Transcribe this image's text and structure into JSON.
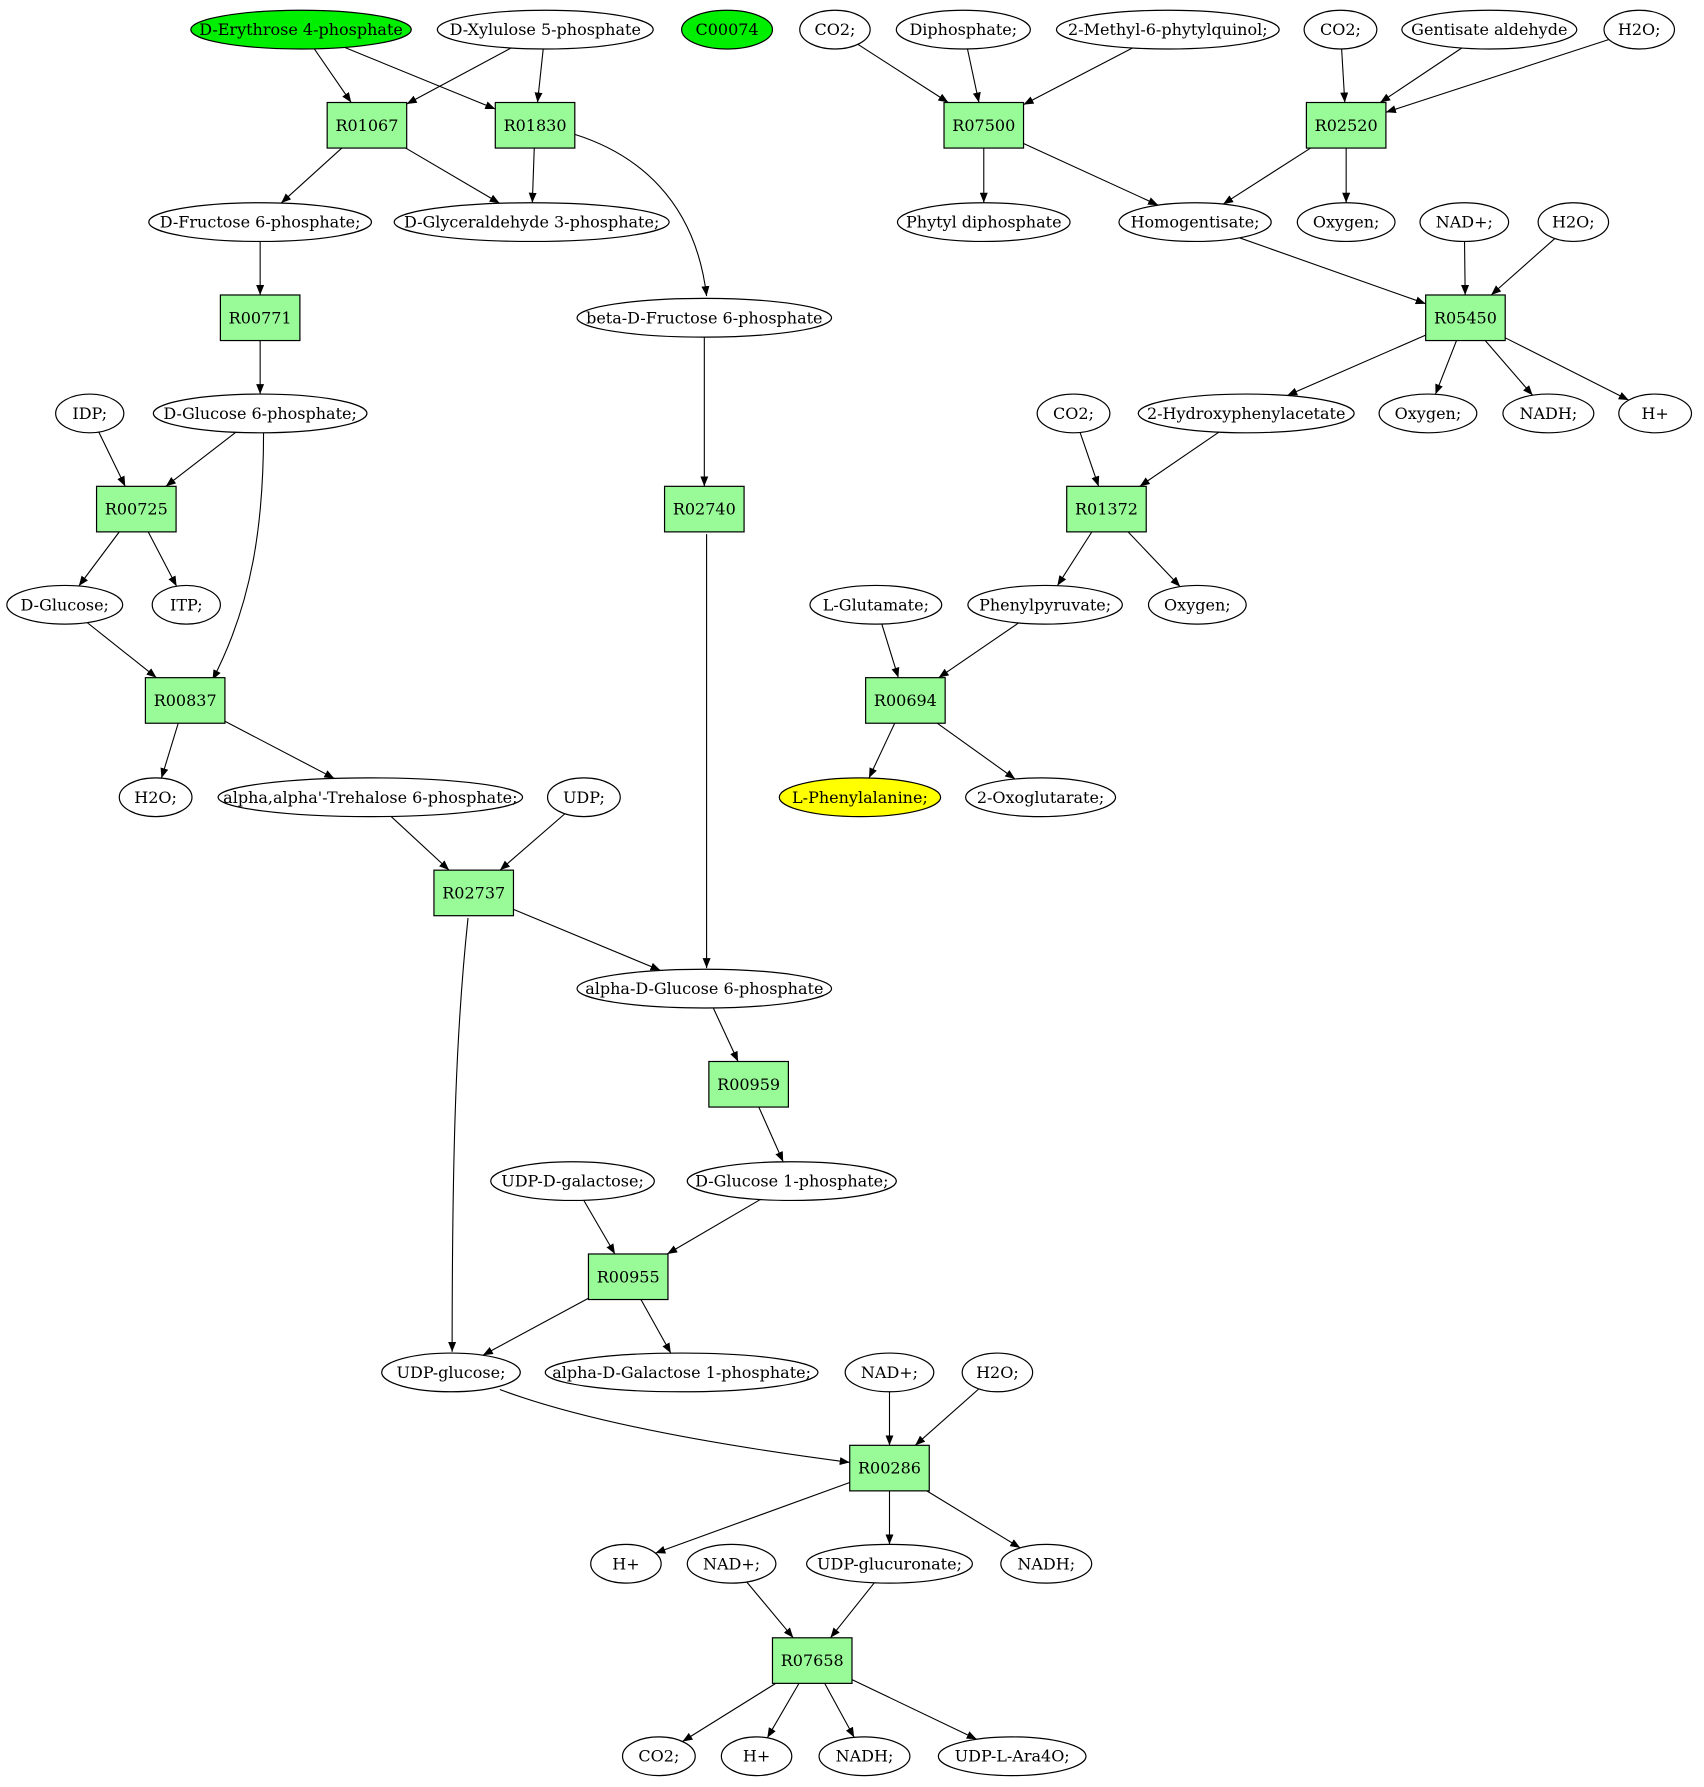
{
  "colors": {
    "reaction": "#98fb98",
    "compound": "#ffffff",
    "start": "#00ee00",
    "target": "#ffff00"
  },
  "nodes": [
    {
      "id": "c_e4p",
      "label": "D-Erythrose 4-phosphate",
      "kind": "compound",
      "style": "start"
    },
    {
      "id": "c_x5p",
      "label": "D-Xylulose 5-phosphate",
      "kind": "compound"
    },
    {
      "id": "c_c00074",
      "label": "C00074",
      "kind": "compound",
      "style": "start"
    },
    {
      "id": "c_co2_a",
      "label": "CO2;",
      "kind": "compound"
    },
    {
      "id": "c_dip",
      "label": "Diphosphate;",
      "kind": "compound"
    },
    {
      "id": "c_mpq",
      "label": "2-Methyl-6-phytylquinol;",
      "kind": "compound"
    },
    {
      "id": "c_co2_b",
      "label": "CO2;",
      "kind": "compound"
    },
    {
      "id": "c_gald",
      "label": "Gentisate aldehyde",
      "kind": "compound"
    },
    {
      "id": "c_h2o_a",
      "label": "H2O;",
      "kind": "compound"
    },
    {
      "id": "r_01067",
      "label": "R01067",
      "kind": "reaction"
    },
    {
      "id": "r_01830",
      "label": "R01830",
      "kind": "reaction"
    },
    {
      "id": "r_07500",
      "label": "R07500",
      "kind": "reaction"
    },
    {
      "id": "r_02520",
      "label": "R02520",
      "kind": "reaction"
    },
    {
      "id": "c_f6p",
      "label": "D-Fructose 6-phosphate;",
      "kind": "compound"
    },
    {
      "id": "c_g3p",
      "label": "D-Glyceraldehyde 3-phosphate;",
      "kind": "compound"
    },
    {
      "id": "c_phdp",
      "label": "Phytyl diphosphate",
      "kind": "compound"
    },
    {
      "id": "c_homog",
      "label": "Homogentisate;",
      "kind": "compound"
    },
    {
      "id": "c_oxy_a",
      "label": "Oxygen;",
      "kind": "compound"
    },
    {
      "id": "c_nad_a",
      "label": "NAD+;",
      "kind": "compound"
    },
    {
      "id": "c_h2o_b",
      "label": "H2O;",
      "kind": "compound"
    },
    {
      "id": "r_00771",
      "label": "R00771",
      "kind": "reaction"
    },
    {
      "id": "c_bf6p",
      "label": "beta-D-Fructose 6-phosphate",
      "kind": "compound"
    },
    {
      "id": "r_05450",
      "label": "R05450",
      "kind": "reaction"
    },
    {
      "id": "c_idp",
      "label": "IDP;",
      "kind": "compound"
    },
    {
      "id": "c_g6p",
      "label": "D-Glucose 6-phosphate;",
      "kind": "compound"
    },
    {
      "id": "c_co2_c",
      "label": "CO2;",
      "kind": "compound"
    },
    {
      "id": "c_hpa",
      "label": "2-Hydroxyphenylacetate",
      "kind": "compound"
    },
    {
      "id": "c_oxy_b",
      "label": "Oxygen;",
      "kind": "compound"
    },
    {
      "id": "c_nadh_a",
      "label": "NADH;",
      "kind": "compound"
    },
    {
      "id": "c_hp_a",
      "label": "H+",
      "kind": "compound"
    },
    {
      "id": "r_00725",
      "label": "R00725",
      "kind": "reaction"
    },
    {
      "id": "r_02740",
      "label": "R02740",
      "kind": "reaction"
    },
    {
      "id": "r_01372",
      "label": "R01372",
      "kind": "reaction"
    },
    {
      "id": "c_glc",
      "label": "D-Glucose;",
      "kind": "compound"
    },
    {
      "id": "c_itp",
      "label": "ITP;",
      "kind": "compound"
    },
    {
      "id": "c_glu",
      "label": "L-Glutamate;",
      "kind": "compound"
    },
    {
      "id": "c_ppyr",
      "label": "Phenylpyruvate;",
      "kind": "compound"
    },
    {
      "id": "c_oxy_c",
      "label": "Oxygen;",
      "kind": "compound"
    },
    {
      "id": "r_00837",
      "label": "R00837",
      "kind": "reaction"
    },
    {
      "id": "r_00694",
      "label": "R00694",
      "kind": "reaction"
    },
    {
      "id": "c_h2o_c",
      "label": "H2O;",
      "kind": "compound"
    },
    {
      "id": "c_t6p",
      "label": "alpha,alpha'-Trehalose 6-phosphate;",
      "kind": "compound"
    },
    {
      "id": "c_udp",
      "label": "UDP;",
      "kind": "compound"
    },
    {
      "id": "c_phe",
      "label": "L-Phenylalanine;",
      "kind": "compound",
      "style": "target"
    },
    {
      "id": "c_2og",
      "label": "2-Oxoglutarate;",
      "kind": "compound"
    },
    {
      "id": "r_02737",
      "label": "R02737",
      "kind": "reaction"
    },
    {
      "id": "c_ag6p",
      "label": "alpha-D-Glucose 6-phosphate",
      "kind": "compound"
    },
    {
      "id": "r_00959",
      "label": "R00959",
      "kind": "reaction"
    },
    {
      "id": "c_udpgal",
      "label": "UDP-D-galactose;",
      "kind": "compound"
    },
    {
      "id": "c_g1p",
      "label": "D-Glucose 1-phosphate;",
      "kind": "compound"
    },
    {
      "id": "r_00955",
      "label": "R00955",
      "kind": "reaction"
    },
    {
      "id": "c_udpglc",
      "label": "UDP-glucose;",
      "kind": "compound"
    },
    {
      "id": "c_gal1p",
      "label": "alpha-D-Galactose 1-phosphate;",
      "kind": "compound"
    },
    {
      "id": "c_nad_b",
      "label": "NAD+;",
      "kind": "compound"
    },
    {
      "id": "c_h2o_d",
      "label": "H2O;",
      "kind": "compound"
    },
    {
      "id": "r_00286",
      "label": "R00286",
      "kind": "reaction"
    },
    {
      "id": "c_hp_b",
      "label": "H+",
      "kind": "compound"
    },
    {
      "id": "c_nad_c",
      "label": "NAD+;",
      "kind": "compound"
    },
    {
      "id": "c_udpglcA",
      "label": "UDP-glucuronate;",
      "kind": "compound"
    },
    {
      "id": "c_nadh_b",
      "label": "NADH;",
      "kind": "compound"
    },
    {
      "id": "r_07658",
      "label": "R07658",
      "kind": "reaction"
    },
    {
      "id": "c_co2_d",
      "label": "CO2;",
      "kind": "compound"
    },
    {
      "id": "c_hp_c",
      "label": "H+",
      "kind": "compound"
    },
    {
      "id": "c_nadh_c",
      "label": "NADH;",
      "kind": "compound"
    },
    {
      "id": "c_udpara",
      "label": "UDP-L-Ara4O;",
      "kind": "compound"
    }
  ],
  "edges": [
    [
      "c_e4p",
      "r_01067"
    ],
    [
      "c_e4p",
      "r_01830"
    ],
    [
      "c_x5p",
      "r_01067"
    ],
    [
      "c_x5p",
      "r_01830"
    ],
    [
      "r_01067",
      "c_f6p"
    ],
    [
      "r_01067",
      "c_g3p"
    ],
    [
      "r_01830",
      "c_g3p"
    ],
    [
      "r_01830",
      "c_bf6p"
    ],
    [
      "c_co2_a",
      "r_07500"
    ],
    [
      "c_dip",
      "r_07500"
    ],
    [
      "c_mpq",
      "r_07500"
    ],
    [
      "r_07500",
      "c_phdp"
    ],
    [
      "r_07500",
      "c_homog"
    ],
    [
      "c_co2_b",
      "r_02520"
    ],
    [
      "c_gald",
      "r_02520"
    ],
    [
      "c_h2o_a",
      "r_02520"
    ],
    [
      "r_02520",
      "c_homog"
    ],
    [
      "r_02520",
      "c_oxy_a"
    ],
    [
      "c_f6p",
      "r_00771"
    ],
    [
      "r_00771",
      "c_g6p"
    ],
    [
      "c_homog",
      "r_05450"
    ],
    [
      "c_nad_a",
      "r_05450"
    ],
    [
      "c_h2o_b",
      "r_05450"
    ],
    [
      "r_05450",
      "c_hpa"
    ],
    [
      "r_05450",
      "c_oxy_b"
    ],
    [
      "r_05450",
      "c_nadh_a"
    ],
    [
      "r_05450",
      "c_hp_a"
    ],
    [
      "c_idp",
      "r_00725"
    ],
    [
      "c_g6p",
      "r_00725"
    ],
    [
      "r_00725",
      "c_glc"
    ],
    [
      "r_00725",
      "c_itp"
    ],
    [
      "c_g6p",
      "r_00837"
    ],
    [
      "c_glc",
      "r_00837"
    ],
    [
      "c_bf6p",
      "r_02740"
    ],
    [
      "c_co2_c",
      "r_01372"
    ],
    [
      "c_hpa",
      "r_01372"
    ],
    [
      "r_01372",
      "c_ppyr"
    ],
    [
      "r_01372",
      "c_oxy_c"
    ],
    [
      "c_glu",
      "r_00694"
    ],
    [
      "c_ppyr",
      "r_00694"
    ],
    [
      "r_00694",
      "c_phe"
    ],
    [
      "r_00694",
      "c_2og"
    ],
    [
      "r_00837",
      "c_h2o_c"
    ],
    [
      "r_00837",
      "c_t6p"
    ],
    [
      "c_t6p",
      "r_02737"
    ],
    [
      "c_udp",
      "r_02737"
    ],
    [
      "r_02737",
      "c_ag6p"
    ],
    [
      "r_02737",
      "c_udpglc"
    ],
    [
      "r_02740",
      "c_ag6p"
    ],
    [
      "c_ag6p",
      "r_00959"
    ],
    [
      "r_00959",
      "c_g1p"
    ],
    [
      "c_udpgal",
      "r_00955"
    ],
    [
      "c_g1p",
      "r_00955"
    ],
    [
      "r_00955",
      "c_udpglc"
    ],
    [
      "r_00955",
      "c_gal1p"
    ],
    [
      "c_udpglc",
      "r_00286"
    ],
    [
      "c_nad_b",
      "r_00286"
    ],
    [
      "c_h2o_d",
      "r_00286"
    ],
    [
      "r_00286",
      "c_hp_b"
    ],
    [
      "r_00286",
      "c_udpglcA"
    ],
    [
      "r_00286",
      "c_nadh_b"
    ],
    [
      "c_nad_c",
      "r_07658"
    ],
    [
      "c_udpglcA",
      "r_07658"
    ],
    [
      "r_07658",
      "c_co2_d"
    ],
    [
      "r_07658",
      "c_hp_c"
    ],
    [
      "r_07658",
      "c_nadh_c"
    ],
    [
      "r_07658",
      "c_udpara"
    ]
  ]
}
